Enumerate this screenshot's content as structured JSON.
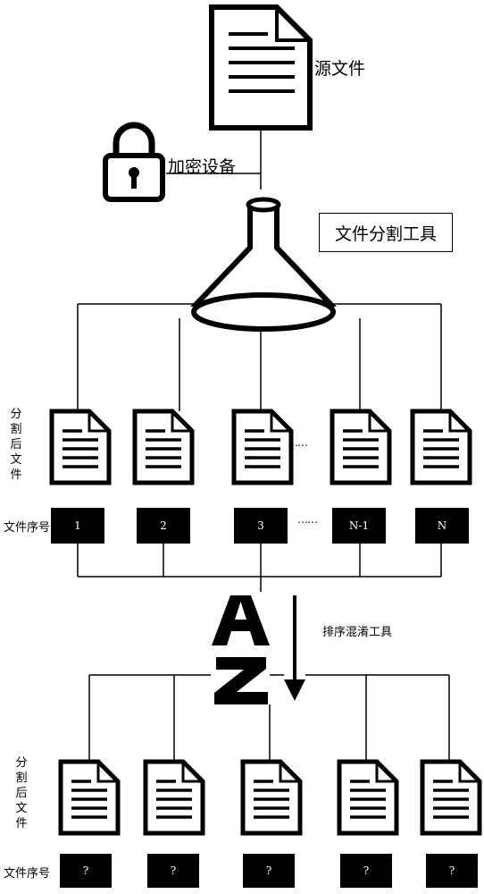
{
  "source_file_label": "源文件",
  "encrypt_label": "加密设备",
  "split_tool_label": "文件分割工具",
  "split_files_label": [
    "分",
    "割",
    "后",
    "文",
    "件"
  ],
  "seq_label": "文件序号",
  "ordered_tags": [
    "1",
    "2",
    "3",
    "N-1",
    "N"
  ],
  "ellipsis": "……",
  "shuffle_tool_label": "排序混淆工具",
  "shuffled_tags": [
    "?",
    "?",
    "?",
    "?",
    "?"
  ],
  "colors": {
    "ink": "#000000",
    "paper": "#ffffff"
  }
}
